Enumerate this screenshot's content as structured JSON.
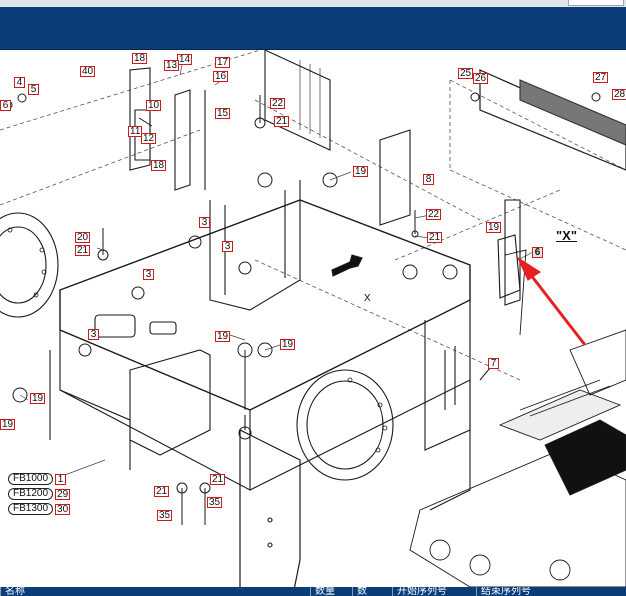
{
  "diagram": {
    "view_label": "\"X\"",
    "direction_label": "X"
  },
  "callouts": {
    "c18a": "18",
    "c14": "14",
    "c13": "13",
    "c17": "17",
    "c40": "40",
    "c16": "16",
    "c4": "4",
    "c5": "5",
    "c6a": "6",
    "c22a": "22",
    "c10": "10",
    "c15": "15",
    "c21a": "21",
    "c11": "11",
    "c12": "12",
    "c18b": "18",
    "c25": "25",
    "c26": "26",
    "c27": "27",
    "c28": "28",
    "c19a": "19",
    "c8": "8",
    "c22b": "22",
    "c21b": "21",
    "c19b": "19",
    "c6b": "6",
    "c3a": "3",
    "c3b": "3",
    "c20": "20",
    "c21c": "21",
    "c3c": "3",
    "c3d": "3",
    "c19c": "19",
    "c19d": "19",
    "c7": "7",
    "c19e": "19",
    "c19f": "19",
    "c21d": "21",
    "c21e": "21",
    "c35a": "35",
    "c35b": "35"
  },
  "models": [
    {
      "name": "FB1000",
      "ref": "1"
    },
    {
      "name": "FB1200",
      "ref": "29"
    },
    {
      "name": "FB1300",
      "ref": "30"
    }
  ],
  "table": {
    "columns": [
      "名称",
      "数量",
      "数",
      "开始序列号",
      "结束序列号"
    ]
  },
  "colors": {
    "header_band": "#0b3e79",
    "callout_border": "#d11a1a",
    "pointer_arrow": "#e52020"
  }
}
